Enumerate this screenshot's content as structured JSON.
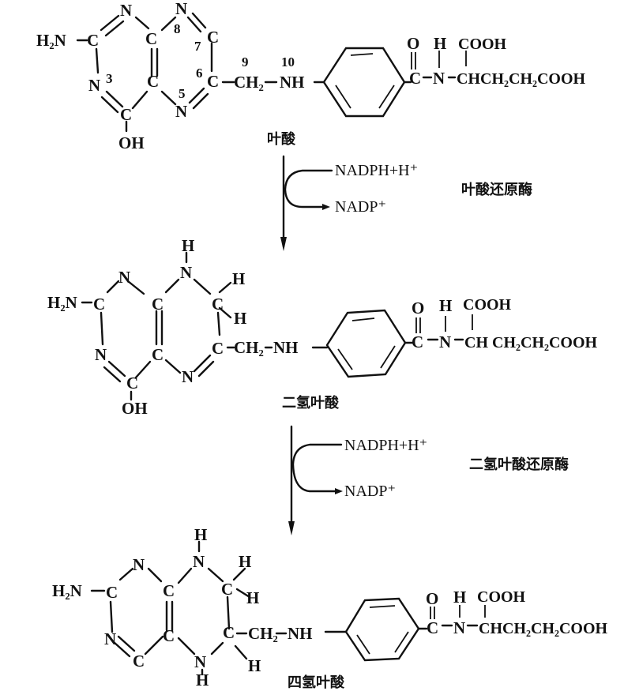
{
  "colors": {
    "ink": "#111111",
    "background": "#ffffff"
  },
  "folic_acid": {
    "name": "叶酸",
    "atoms": {
      "h2n": "H₂N",
      "c2": "C",
      "n1": "N",
      "c8a": "C",
      "n8": "N",
      "c7": "C",
      "n3": "N",
      "c4a": "C",
      "n5": "N",
      "c6": "C",
      "c4": "C",
      "oh": "OH",
      "ch2": "CH₂",
      "nh": "NH",
      "o": "O",
      "c_carbonyl": "C",
      "n_amide": "N",
      "h_amide": "H",
      "cooh_top": "COOH",
      "tail": "CHCH₂CH₂COOH"
    },
    "numbers": {
      "n3": "3",
      "n5": "5",
      "c6": "6",
      "c7": "7",
      "n8": "8",
      "c9": "9",
      "n10": "10"
    }
  },
  "step1": {
    "reagent_in": "NADPH+H⁺",
    "reagent_out": "NADP⁺",
    "enzyme": "叶酸还原酶"
  },
  "dihydrofolic_acid": {
    "name": "二氢叶酸",
    "atoms": {
      "h2n": "H₂N",
      "c2": "C",
      "n1": "N",
      "c8a": "C",
      "n8": "N",
      "h8": "H",
      "c7": "C",
      "h7a": "H",
      "h7b": "H",
      "n3": "N",
      "c4a": "C",
      "n5": "N",
      "c6": "C",
      "c4": "C",
      "oh": "OH",
      "ch2": "CH₂",
      "nh": "NH",
      "o": "O",
      "c_carbonyl": "C",
      "n_amide": "N",
      "h_amide": "H",
      "cooh_top": "COOH",
      "tail": "CH CH₂CH₂COOH"
    }
  },
  "step2": {
    "reagent_in": "NADPH+H⁺",
    "reagent_out": "NADP⁺",
    "enzyme": "二氢叶酸还原酶"
  },
  "tetrahydrofolic_acid": {
    "name": "四氢叶酸",
    "atoms": {
      "h2n": "H₂N",
      "c2": "C",
      "n1": "N",
      "c8a": "C",
      "n8": "N",
      "h8": "H",
      "c7": "C",
      "h7a": "H",
      "h7b": "H",
      "n3": "N",
      "c4a": "C",
      "n5": "N",
      "h5": "H",
      "c6": "C",
      "h6": "H",
      "c4": "C",
      "ch2": "CH₂",
      "nh": "NH",
      "o": "O",
      "c_carbonyl": "C",
      "n_amide": "N",
      "h_amide": "H",
      "cooh_top": "COOH",
      "tail": "CHCH₂CH₂COOH"
    }
  }
}
